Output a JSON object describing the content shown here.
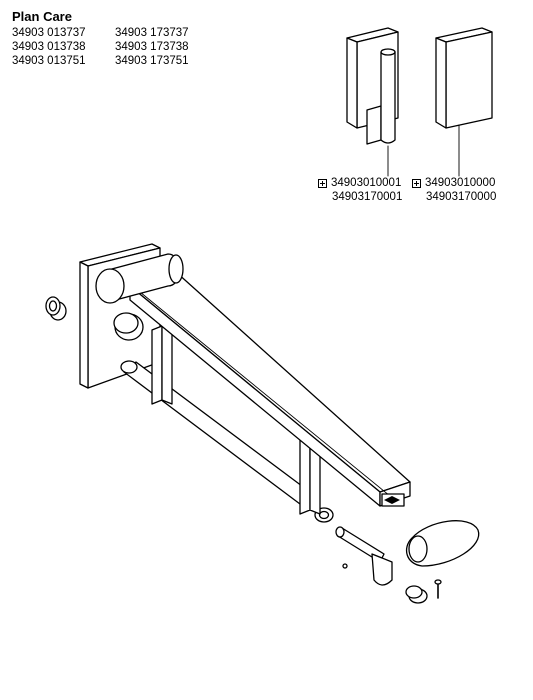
{
  "header": {
    "title": "Plan Care",
    "codes": [
      [
        "34903 013737",
        "34903 173737"
      ],
      [
        "34903 013738",
        "34903 173738"
      ],
      [
        "34903 013751",
        "34903 173751"
      ]
    ]
  },
  "parts": {
    "hook_plate": {
      "codes": [
        "34903010001",
        "34903170001"
      ]
    },
    "blank_plate": {
      "codes": [
        "34903010000",
        "34903170000"
      ]
    }
  }
}
